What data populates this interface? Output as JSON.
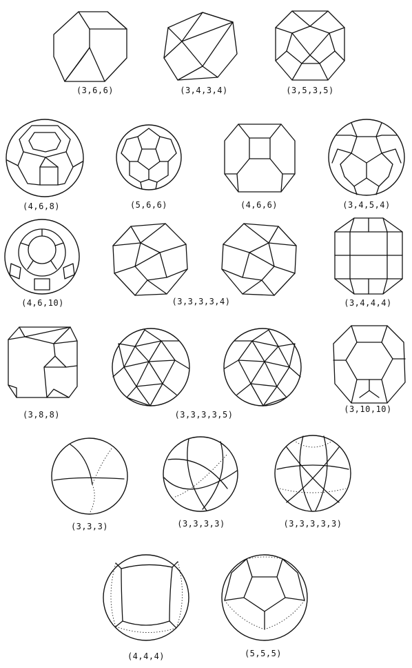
{
  "labels": {
    "p_3_6_6": "(3,6,6)",
    "p_3_4_3_4": "(3,4,3,4)",
    "p_3_5_3_5": "(3,5,3,5)",
    "p_4_6_8": "(4,6,8)",
    "p_5_6_6": "(5,6,6)",
    "p_4_6_6": "(4,6,6)",
    "p_3_4_5_4": "(3,4,5,4)",
    "p_4_6_10": "(4,6,10)",
    "p_3_3_3_3_4": "(3,3,3,3,4)",
    "p_3_4_4_4": "(3,4,4,4)",
    "p_3_8_8": "(3,8,8)",
    "p_3_3_3_3_5": "(3,3,3,3,5)",
    "p_3_10_10": "(3,10,10)",
    "p_3_3_3": "(3,3,3)",
    "p_3_3_3_3": "(3,3,3,3)",
    "p_3_3_3_3_3": "(3,3,3,3,3)",
    "p_4_4_4": "(4,4,4)",
    "p_5_5_5": "(5,5,5)"
  }
}
